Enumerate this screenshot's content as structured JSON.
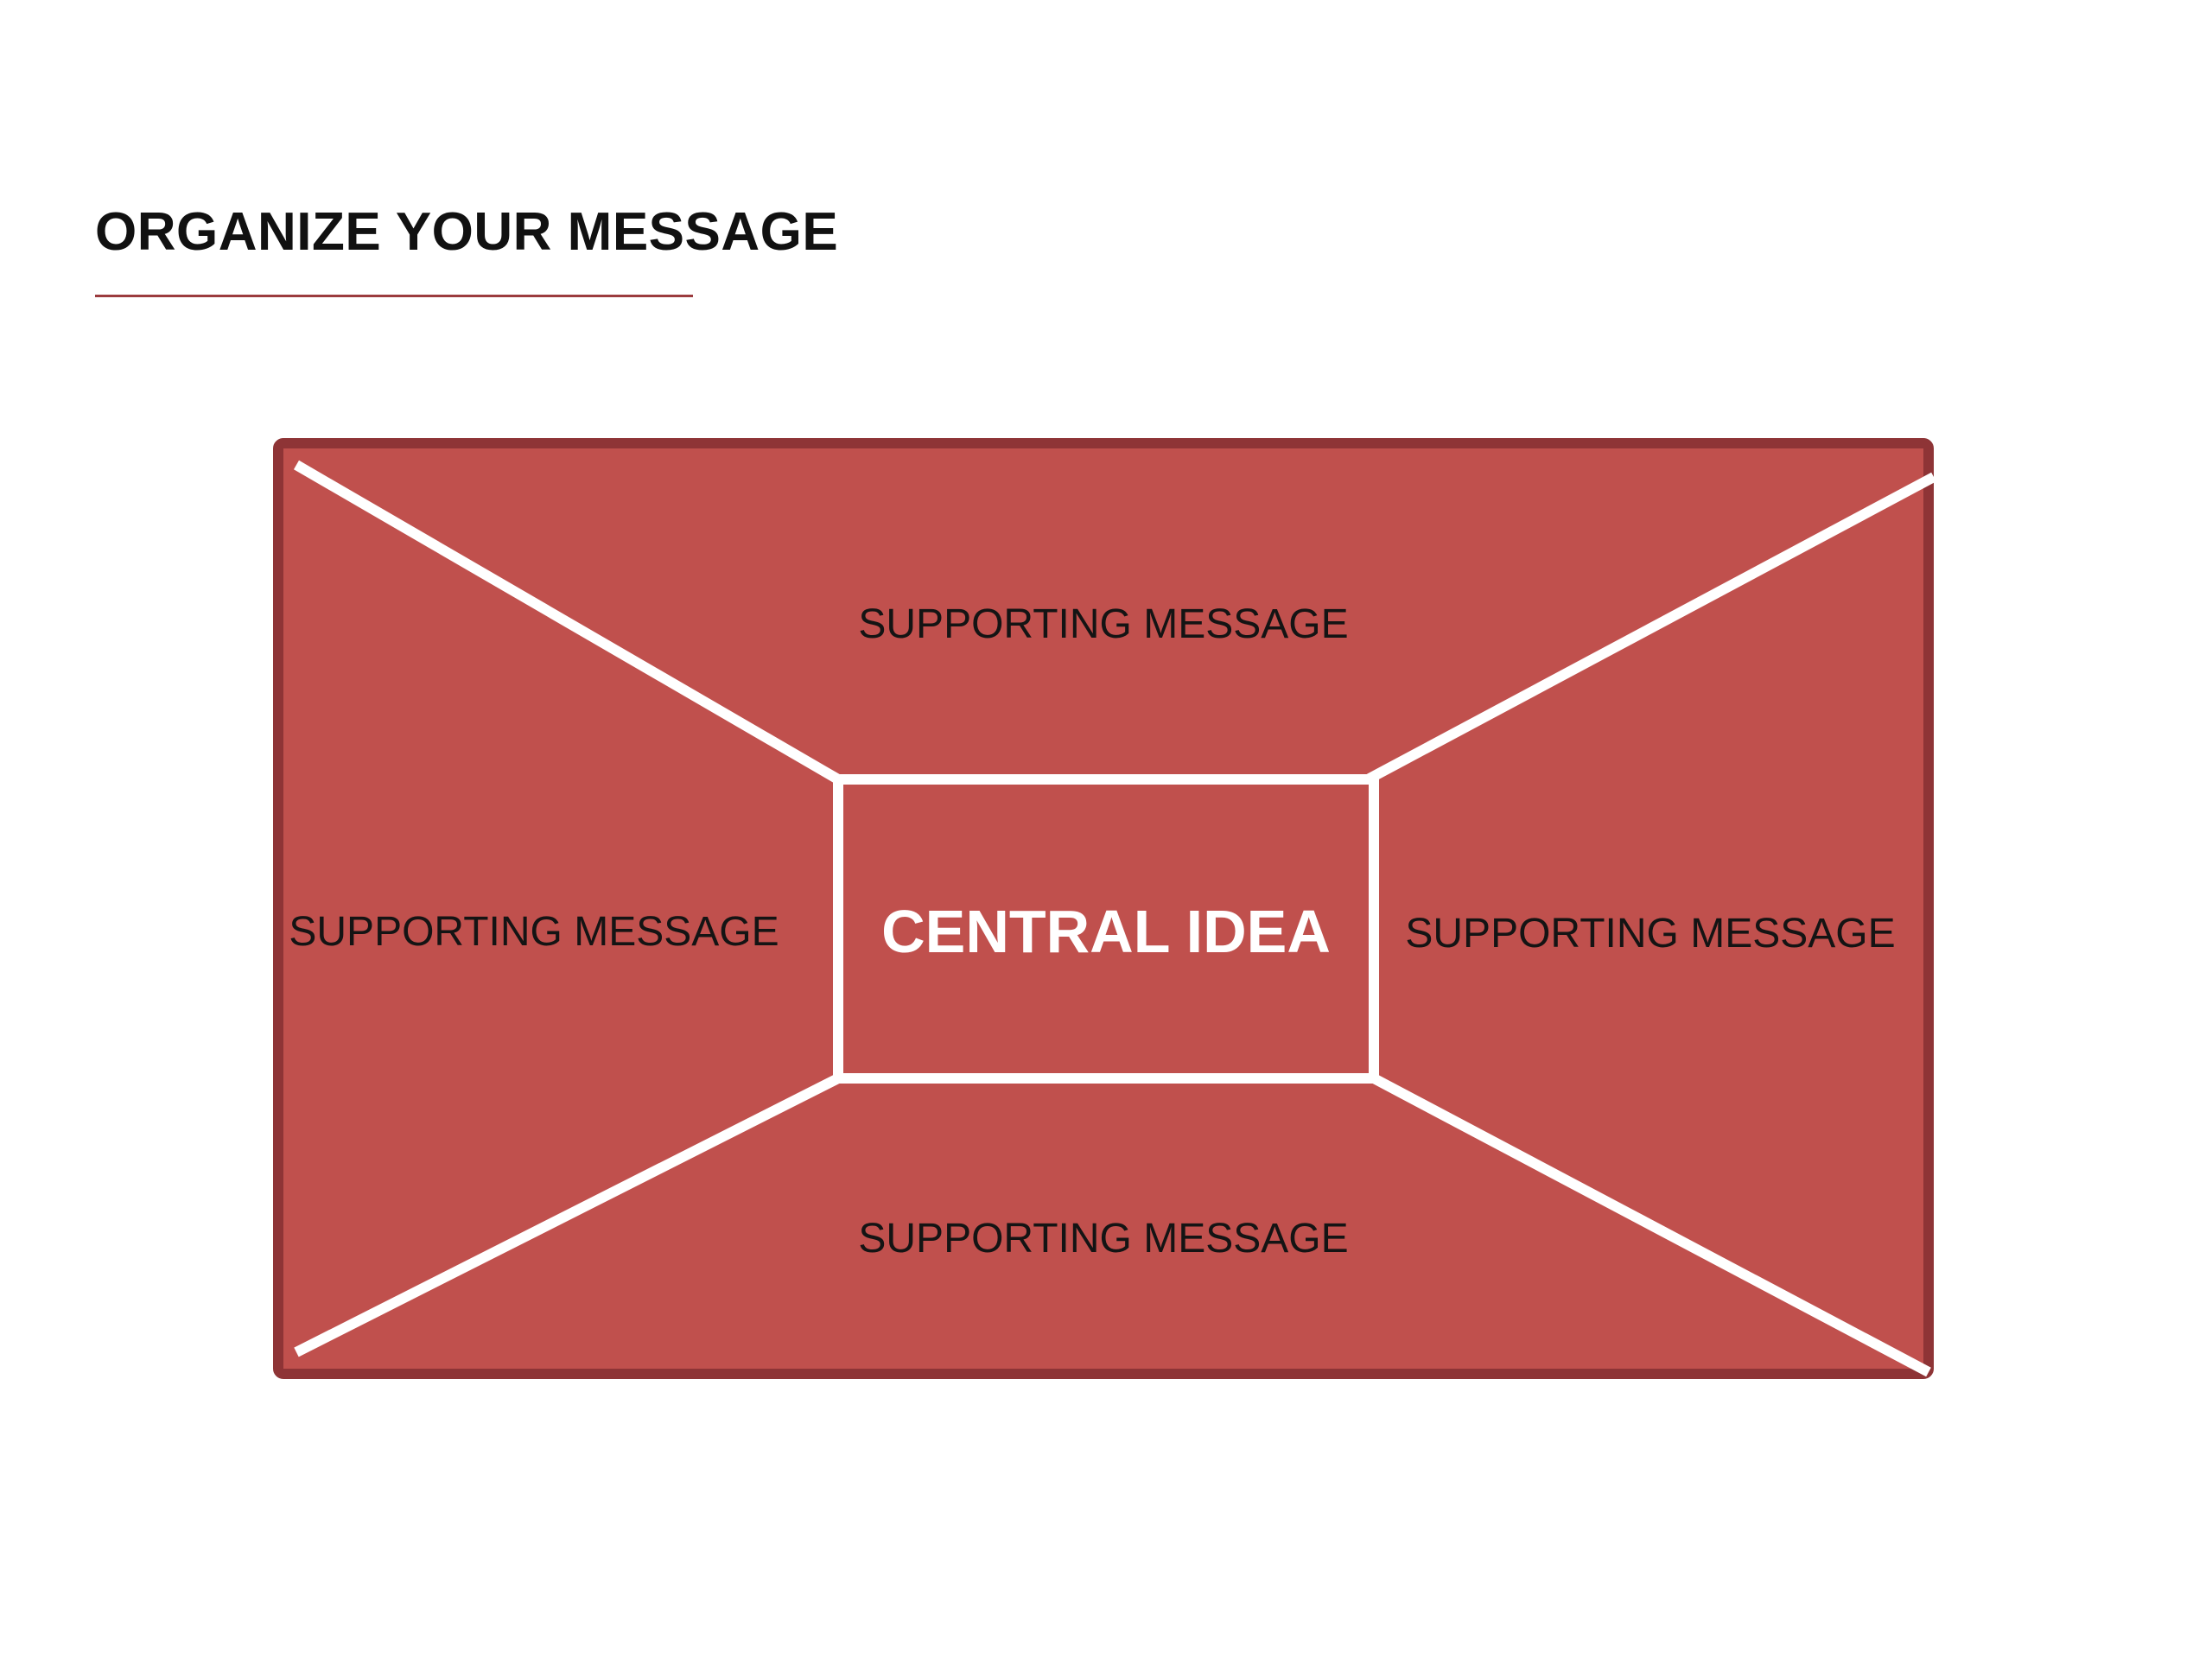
{
  "slide": {
    "title": "ORGANIZE YOUR MESSAGE"
  },
  "diagram": {
    "central_idea": "CENTRAL IDEA",
    "supporting": {
      "top": "SUPPORTING MESSAGE",
      "left": "SUPPORTING MESSAGE",
      "right": "SUPPORTING MESSAGE",
      "bottom": "SUPPORTING MESSAGE"
    },
    "colors": {
      "fill": "#c0504d",
      "border": "#8e3436",
      "lines": "#ffffff",
      "title_rule": "#9b3b3e"
    }
  }
}
